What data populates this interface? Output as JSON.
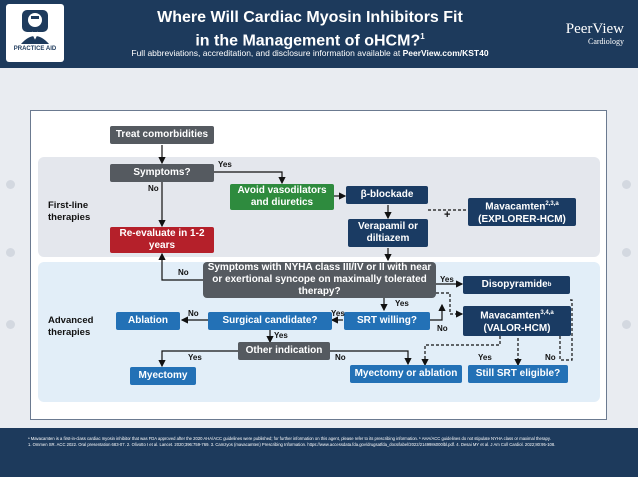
{
  "header": {
    "logo_text": "PRACTICE AID",
    "title_line1": "Where Will Cardiac Myosin Inhibitors Fit",
    "title_line2": "in the Management of oHCM?",
    "title_sup": "1",
    "subtitle_prefix": "Full abbreviations, accreditation, and disclosure information available at ",
    "subtitle_link": "PeerView.com/KST40",
    "brand_name": "PeerView",
    "brand_sub": "Cardiology"
  },
  "sections": {
    "first_line": "First-line therapies",
    "advanced": "Advanced therapies"
  },
  "nodes": {
    "treat": "Treat comorbidities",
    "symptoms": "Symptoms?",
    "avoid": "Avoid vasodilators and diuretics",
    "beta": "β-blockade",
    "reevaluate": "Re-evaluate in 1-2 years",
    "verapamil": "Verapamil or diltiazem",
    "mava1_name": "Mavacamten",
    "mava1_sup": "2,3,a",
    "mava1_trial": "(EXPLORER-HCM)",
    "nyha": "Symptoms with NYHA class III/IV or II with near or exertional syncope on maximally tolerated therapy?",
    "disopyramide": "Disopyramide",
    "disopyramide_sup": "b",
    "ablation": "Ablation",
    "surgical": "Surgical candidate?",
    "srt": "SRT willing?",
    "mava2_name": "Mavacamten",
    "mava2_sup": "3,4,a",
    "mava2_trial": "(VALOR-HCM)",
    "other": "Other indication",
    "myectomy": "Myectomy",
    "myectomy_ablation": "Myectomy or ablation",
    "still_srt": "Still SRT eligible?"
  },
  "labels": {
    "yes": "Yes",
    "no": "No",
    "plus": "+"
  },
  "footer": {
    "note": "ᵃ Mavacamten is a first-in-class cardiac myosin inhibitor that was FDA approved after the 2020 AHA/ACC guidelines were published; for further information on this agent, please refer to its prescribing information. ᵇ AHA/ACC guidelines do not stipulate NYHA class or maximal therapy.",
    "refs": "1. Ommen SR. ACC 2022. Oral presentation 683-07. 2. Olivotto I et al. Lancet. 2020;396:759-769. 3. Camzyos (mavacamten) Prescribing Information. https://www.accessdata.fda.gov/drugsatfda_docs/label/2022/214998s000lbl.pdf. 4. Desai MY et al. J Am Coll Cardiol. 2022;80:95-108."
  },
  "colors": {
    "navy": "#1d3a5c",
    "decision_gray": "#555a60",
    "action_green": "#2e8b3e",
    "alert_red": "#b5202a",
    "therapy_blue": "#2371b6",
    "mavacamten_navy": "#1a3b63"
  }
}
